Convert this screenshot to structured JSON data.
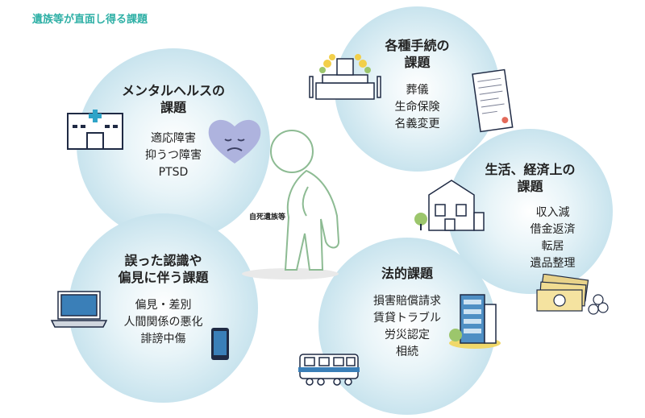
{
  "title": "遺族等が直面し得る課題",
  "center_label": "自死遺族等",
  "bubbles": {
    "mental": {
      "title": [
        "メンタルヘルスの",
        "課題"
      ],
      "items": [
        "適応障害",
        "抑うつ障害",
        "PTSD"
      ]
    },
    "procedures": {
      "title": [
        "各種手続の",
        "課題"
      ],
      "items": [
        "葬儀",
        "生命保険",
        "名義変更"
      ]
    },
    "economic": {
      "title": [
        "生活、経済上の",
        "課題"
      ],
      "items": [
        "収入減",
        "借金返済",
        "転居",
        "遺品整理"
      ]
    },
    "prejudice": {
      "title": [
        "誤った認識や",
        "偏見に伴う課題"
      ],
      "items": [
        "偏見・差別",
        "人間関係の悪化",
        "誹謗中傷"
      ]
    },
    "legal": {
      "title": [
        "法的課題"
      ],
      "items": [
        "損害賠償請求",
        "賃貸トラブル",
        "労災認定",
        "相続"
      ]
    }
  },
  "icons": [
    "hospital-icon",
    "sad-heart-icon",
    "funeral-altar-icon",
    "document-icon",
    "house-icon",
    "money-icon",
    "laptop-icon",
    "smartphone-icon",
    "building-icon",
    "train-icon",
    "standing-person-icon"
  ]
}
